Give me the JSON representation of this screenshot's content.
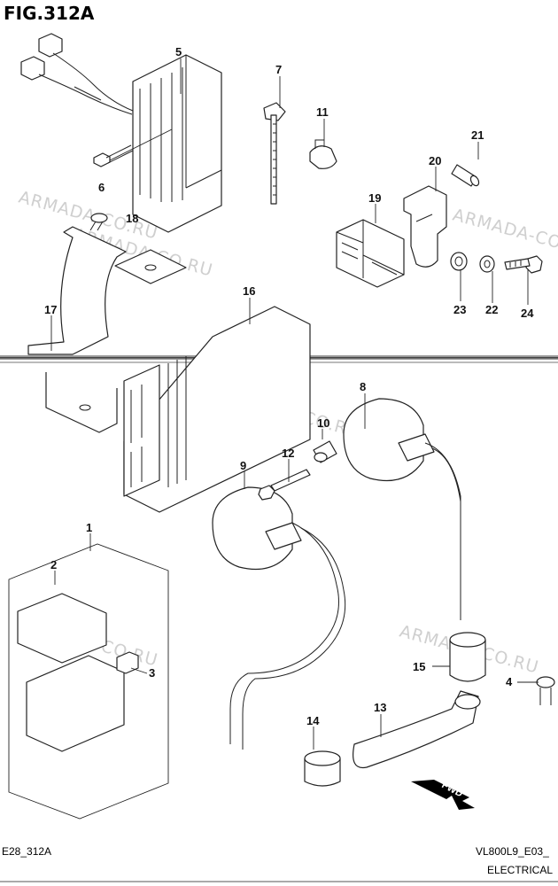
{
  "figure_title": "FIG.312A",
  "footer": {
    "left_code": "E28_312A",
    "right_code": "VL800L9_E03_",
    "section": "ELECTRICAL"
  },
  "watermark": "ARMADA-CO.RU",
  "fwd_label": "FWD",
  "parts": [
    "1",
    "2",
    "3",
    "4",
    "5",
    "6",
    "7",
    "8",
    "9",
    "10",
    "11",
    "12",
    "13",
    "14",
    "15",
    "16",
    "17",
    "18",
    "19",
    "20",
    "21",
    "22",
    "23",
    "24"
  ]
}
